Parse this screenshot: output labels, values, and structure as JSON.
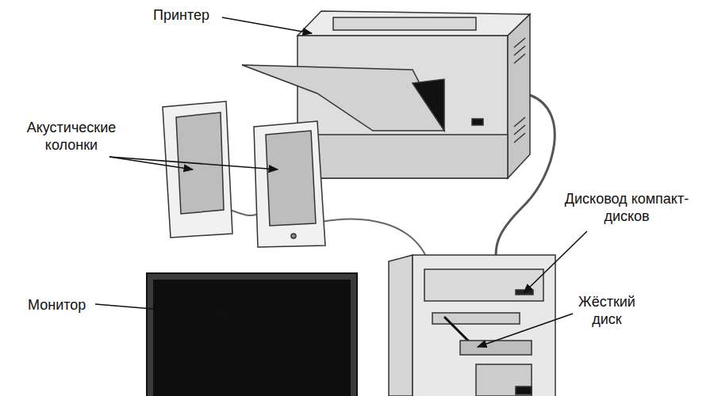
{
  "diagram": {
    "labels": [
      "Принтер",
      "Акустические колонки",
      "Дисковод компакт-дисков",
      "Монитор",
      "Жёсткий диск"
    ]
  }
}
